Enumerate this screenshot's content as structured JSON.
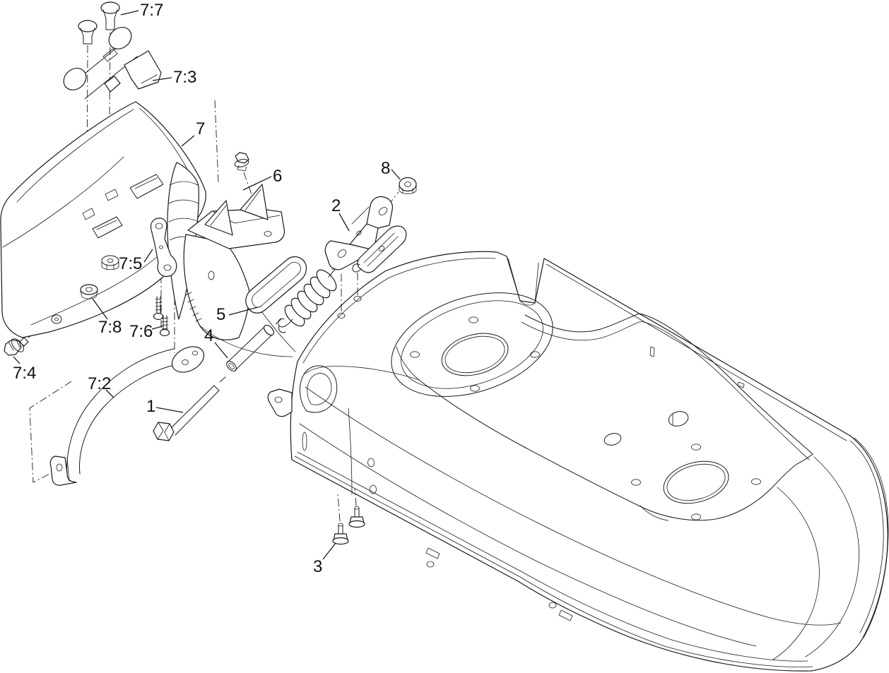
{
  "diagram": {
    "background_color": "#ffffff",
    "line_color": "#1a1a1a",
    "callouts": [
      {
        "label": "7:7"
      },
      {
        "label": "7:3"
      },
      {
        "label": "7"
      },
      {
        "label": "6"
      },
      {
        "label": "8"
      },
      {
        "label": "2"
      },
      {
        "label": "7:5"
      },
      {
        "label": "7:8"
      },
      {
        "label": "7:6"
      },
      {
        "label": "7:4"
      },
      {
        "label": "7:2"
      },
      {
        "label": "5"
      },
      {
        "label": "4"
      },
      {
        "label": "1"
      },
      {
        "label": "3"
      }
    ]
  }
}
